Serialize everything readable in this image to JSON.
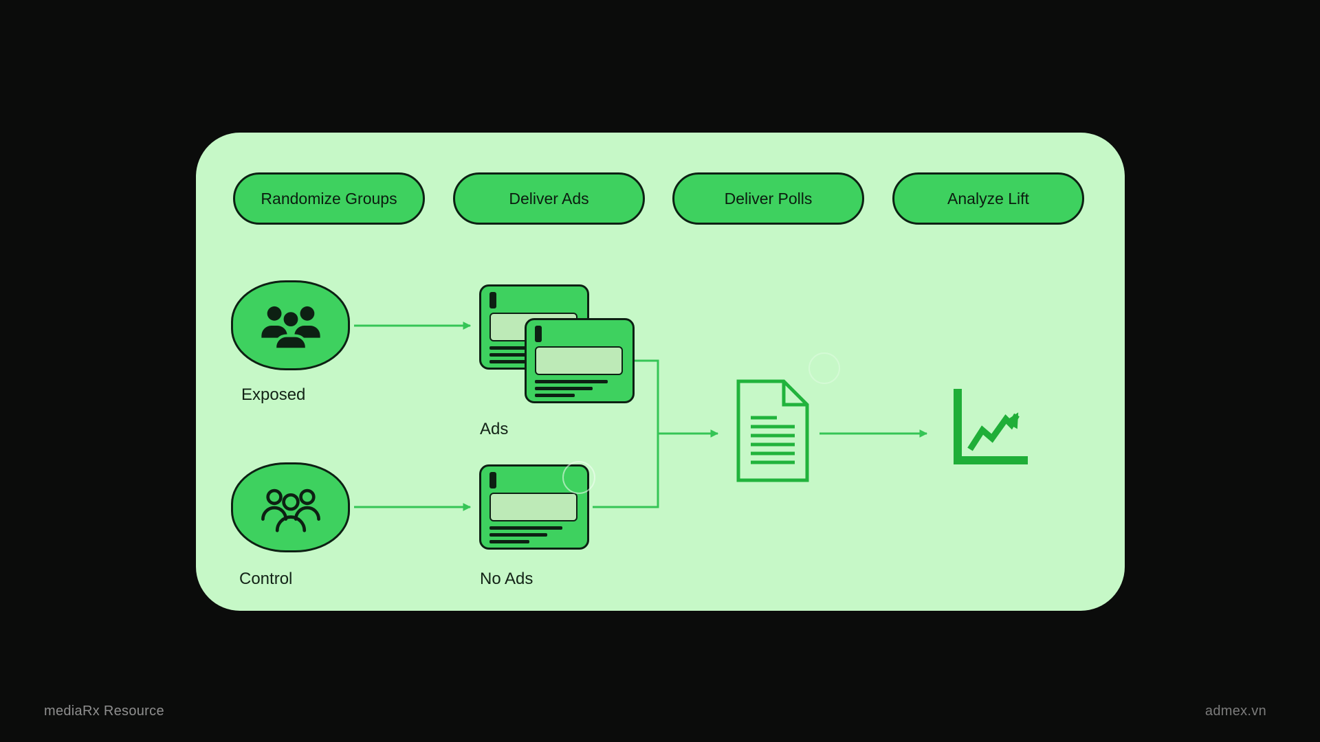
{
  "colors": {
    "background": "#0b0c0b",
    "panel": "#c6f8c7",
    "green": "#3ed15f",
    "dark_outline": "#0d2013",
    "arrow": "#35c556",
    "document_green": "#21b33c",
    "chart_green": "#1fae38",
    "footer_text": "#8f8f8f"
  },
  "steps": [
    {
      "label": "Randomize Groups"
    },
    {
      "label": "Deliver Ads"
    },
    {
      "label": "Deliver Polls"
    },
    {
      "label": "Analyze Lift"
    }
  ],
  "groups": [
    {
      "label": "Exposed",
      "icon": "people-filled-icon"
    },
    {
      "label": "Control",
      "icon": "people-outline-icon"
    }
  ],
  "treatments": [
    {
      "label": "Ads"
    },
    {
      "label": "No Ads"
    }
  ],
  "flow_icons": [
    {
      "name": "poll-document-icon"
    },
    {
      "name": "lift-chart-icon"
    }
  ],
  "footer": {
    "left": "mediaRx Resource",
    "right": "admex.vn"
  }
}
